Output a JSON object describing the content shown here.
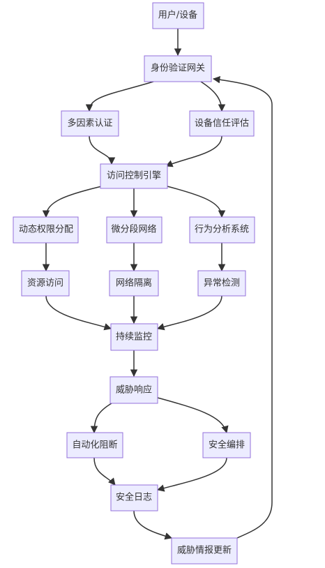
{
  "nodes": {
    "user": "用户/设备",
    "gateway": "身份验证网关",
    "mfa": "多因素认证",
    "trust": "设备信任评估",
    "access_engine": "访问控制引擎",
    "dyn_perm": "动态权限分配",
    "microseg": "微分段网络",
    "behavior": "行为分析系统",
    "resource": "资源访问",
    "isolation": "网络隔离",
    "anomaly": "异常检测",
    "monitor": "持续监控",
    "response": "威胁响应",
    "auto_block": "自动化阻断",
    "orchestration": "安全编排",
    "log": "安全日志",
    "intel_update": "威胁情报更新"
  },
  "edges": [
    [
      "user",
      "gateway"
    ],
    [
      "gateway",
      "mfa"
    ],
    [
      "gateway",
      "trust"
    ],
    [
      "mfa",
      "access_engine"
    ],
    [
      "trust",
      "access_engine"
    ],
    [
      "access_engine",
      "dyn_perm"
    ],
    [
      "access_engine",
      "microseg"
    ],
    [
      "access_engine",
      "behavior"
    ],
    [
      "dyn_perm",
      "resource"
    ],
    [
      "microseg",
      "isolation"
    ],
    [
      "behavior",
      "anomaly"
    ],
    [
      "resource",
      "monitor"
    ],
    [
      "isolation",
      "monitor"
    ],
    [
      "anomaly",
      "monitor"
    ],
    [
      "monitor",
      "response"
    ],
    [
      "response",
      "auto_block"
    ],
    [
      "response",
      "orchestration"
    ],
    [
      "auto_block",
      "log"
    ],
    [
      "orchestration",
      "log"
    ],
    [
      "log",
      "intel_update"
    ],
    [
      "intel_update",
      "gateway"
    ]
  ],
  "colors": {
    "node_fill": "#ECECFF",
    "node_stroke": "#9370DB",
    "edge": "#333333",
    "text": "#333333"
  }
}
